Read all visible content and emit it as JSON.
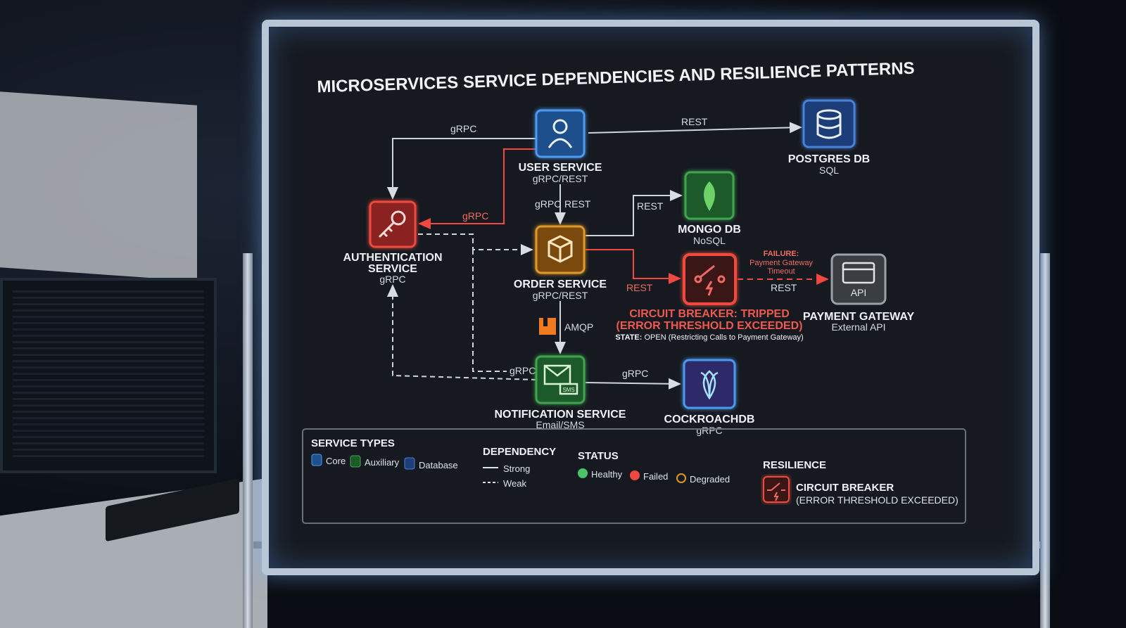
{
  "title": "MICROSERVICES SERVICE DEPENDENCIES AND RESILIENCE PATTERNS",
  "nodes": {
    "user": {
      "name": "USER SERVICE",
      "sub": "gRPC/REST",
      "icon": "user-icon"
    },
    "postgres": {
      "name": "POSTGRES DB",
      "sub": "SQL",
      "icon": "database-icon"
    },
    "auth": {
      "name1": "AUTHENTICATION",
      "name2": "SERVICE",
      "sub": "gRPC",
      "icon": "key-icon"
    },
    "order": {
      "name": "ORDER SERVICE",
      "sub": "gRPC/REST",
      "icon": "package-icon"
    },
    "mongo": {
      "name": "MONGO DB",
      "sub": "NoSQL",
      "icon": "leaf-icon"
    },
    "breaker": {
      "title1": "CIRCUIT BREAKER: TRIPPED",
      "title2": "(ERROR THRESHOLD EXCEEDED)",
      "state_label": "STATE:",
      "state": "OPEN (Restricting Calls to Payment Gateway)",
      "icon": "circuit-breaker-icon"
    },
    "payment": {
      "name": "PAYMENT GATEWAY",
      "sub": "External API",
      "icon_text": "API"
    },
    "notification": {
      "name": "NOTIFICATION SERVICE",
      "sub": "Email/SMS",
      "icon_text": "SMS"
    },
    "cockroach": {
      "name": "COCKROACHDB",
      "sub": "gRPC",
      "icon": "cockroach-icon"
    }
  },
  "edges": {
    "user_auth": "gRPC",
    "user_postgres": "REST",
    "auth_user": "gRPC",
    "user_order_a": "gRPC",
    "user_order_b": "REST",
    "order_mongo": "REST",
    "order_breaker": "REST",
    "breaker_payment": "REST",
    "failure1": "FAILURE:",
    "failure2": "Payment Gateway",
    "failure3": "Timeout",
    "order_notification": "AMQP",
    "notification_auth": "gRPC",
    "notification_cockroach": "gRPC"
  },
  "legend": {
    "service_types": {
      "title": "SERVICE TYPES",
      "items": [
        "Core",
        "Auxiliary",
        "Database"
      ]
    },
    "dependency": {
      "title": "DEPENDENCY",
      "items": [
        "Strong",
        "Weak"
      ]
    },
    "status": {
      "title": "STATUS",
      "items": [
        "Healthy",
        "Failed",
        "Degraded"
      ]
    },
    "resilience": {
      "title": "RESILIENCE",
      "item1": "CIRCUIT BREAKER",
      "item2": "(ERROR THRESHOLD EXCEEDED)"
    }
  },
  "colors": {
    "core": "#3d8ee8",
    "auxiliary": "#3fa34d",
    "database": "#4a7bd0",
    "failed": "#f0483e",
    "degraded": "#e0962a",
    "healthy": "#49c26a"
  }
}
